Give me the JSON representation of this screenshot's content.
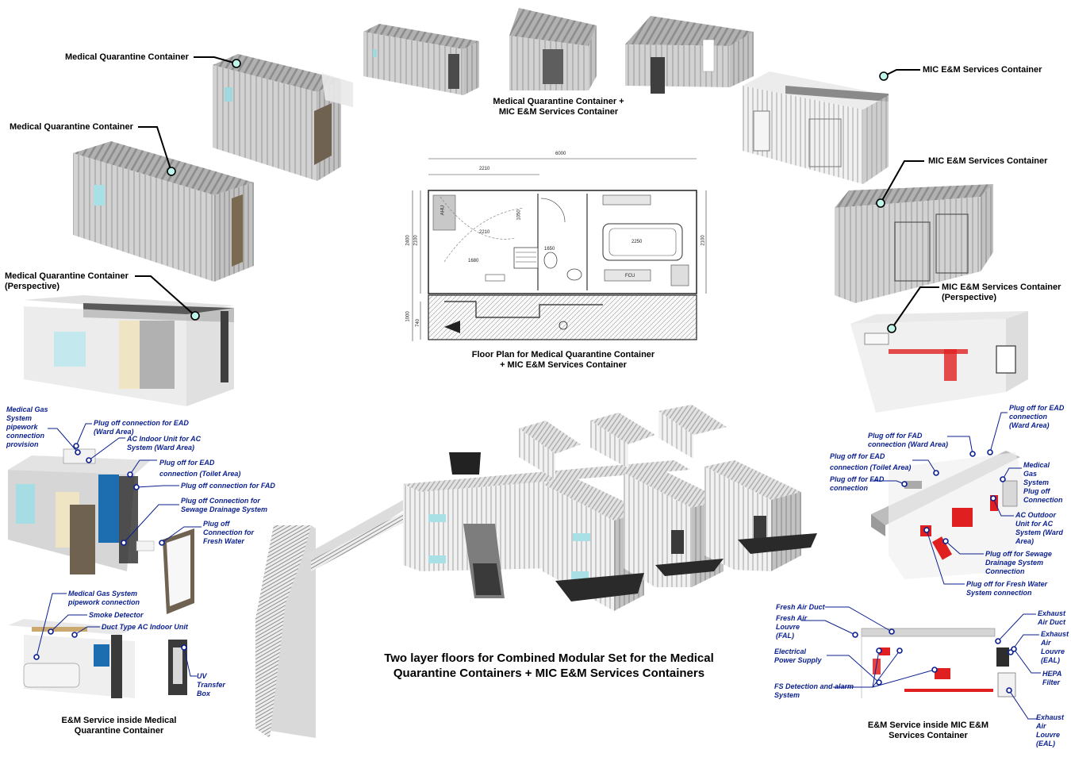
{
  "labels": {
    "mqc_top": "Medical Quarantine Container",
    "mqc_mid": "Medical Quarantine Container",
    "mqc_persp_1": "Medical Quarantine Container",
    "mqc_persp_2": "(Perspective)",
    "top_caption_1": "Medical Quarantine Container +",
    "top_caption_2": "MIC E&M Services Container",
    "mic_top": "MIC E&M Services Container",
    "mic_mid": "MIC E&M Services Container",
    "mic_persp_1": "MIC E&M Services Container",
    "mic_persp_2": "(Perspective)",
    "floor_plan_1": "Floor Plan for Medical Quarantine Container",
    "floor_plan_2": "+ MIC E&M Services Container",
    "combined_1": "Two layer floors for Combined Modular Set for the Medical",
    "combined_2": "Quarantine Containers + MIC E&M Services Containers",
    "em_mqc_1": "E&M Service inside Medical",
    "em_mqc_2": "Quarantine Container",
    "em_mic_1": "E&M Service inside MIC E&M",
    "em_mic_2": "Services Container"
  },
  "floor_plan_dims": {
    "overall": "6000",
    "d2210a": "2210",
    "d2210b": "2210",
    "d1680": "1680",
    "d1650": "1650",
    "d2250": "2250",
    "d2400": "2400",
    "d2100a": "2100",
    "d2100b": "2100",
    "d1000": "1000",
    "d740": "740",
    "d1050": "1050",
    "tag_ahu": "AHU",
    "tag_fcu": "FCU"
  },
  "callouts_left": {
    "c1": [
      "Medical Gas",
      "System",
      "pipework",
      "connection",
      "provision"
    ],
    "c2": [
      "Plug off connection for EAD",
      "(Ward Area)"
    ],
    "c3": [
      "AC Indoor Unit for AC",
      "System (Ward Area)"
    ],
    "c4": [
      "Plug off for EAD",
      "connection (Toilet Area)"
    ],
    "c5": [
      "Plug off connection for FAD"
    ],
    "c6": [
      "Plug off Connection for",
      "Sewage Drainage System"
    ],
    "c7": [
      "Plug off",
      "Connection for",
      "Fresh Water"
    ],
    "c8": [
      "Medical Gas System",
      "pipework connection"
    ],
    "c9": [
      "Smoke Detector"
    ],
    "c10": [
      "Duct Type AC Indoor Unit"
    ],
    "c11": [
      "UV",
      "Transfer",
      "Box"
    ]
  },
  "callouts_right": {
    "r1": [
      "Plug off for EAD",
      "connection",
      "(Ward Area)"
    ],
    "r2": [
      "Plug off for FAD",
      "connection (Ward Area)"
    ],
    "r3": [
      "Plug off for EAD",
      "connection (Toilet Area)"
    ],
    "r4": [
      "Plug off for FAD",
      "connection"
    ],
    "r5": [
      "Medical",
      "Gas",
      "System",
      "Plug off",
      "Connection"
    ],
    "r6": [
      "AC Outdoor",
      "Unit for AC",
      "System (Ward",
      "Area)"
    ],
    "r7": [
      "Plug off for Sewage",
      "Drainage System",
      "Connection"
    ],
    "r8": [
      "Plug off for Fresh Water",
      "System connection"
    ],
    "e1": [
      "Fresh Air Duct"
    ],
    "e2": [
      "Fresh Air",
      "Louvre",
      "(FAL)"
    ],
    "e3": [
      "Electrical",
      "Power Supply"
    ],
    "e4": [
      "FS Detection and alarm",
      "System"
    ],
    "e5": [
      "Exhaust",
      "Air Duct"
    ],
    "e6": [
      "Exhaust",
      "Air",
      "Louvre",
      "(EAL)"
    ],
    "e7": [
      "HEPA",
      "Filter"
    ],
    "e8": [
      "Exhaust",
      "Air",
      "Louvre",
      "(EAL)"
    ]
  },
  "colors": {
    "container_side": "#cfcfcf",
    "container_top": "#a9a9a9",
    "container_end": "#bdbdbd",
    "callout_blue": "#0a1f8f",
    "marker_cyan": "#bff5ea",
    "red_equipment": "#e02020",
    "sand_panel": "#efe4c4"
  }
}
